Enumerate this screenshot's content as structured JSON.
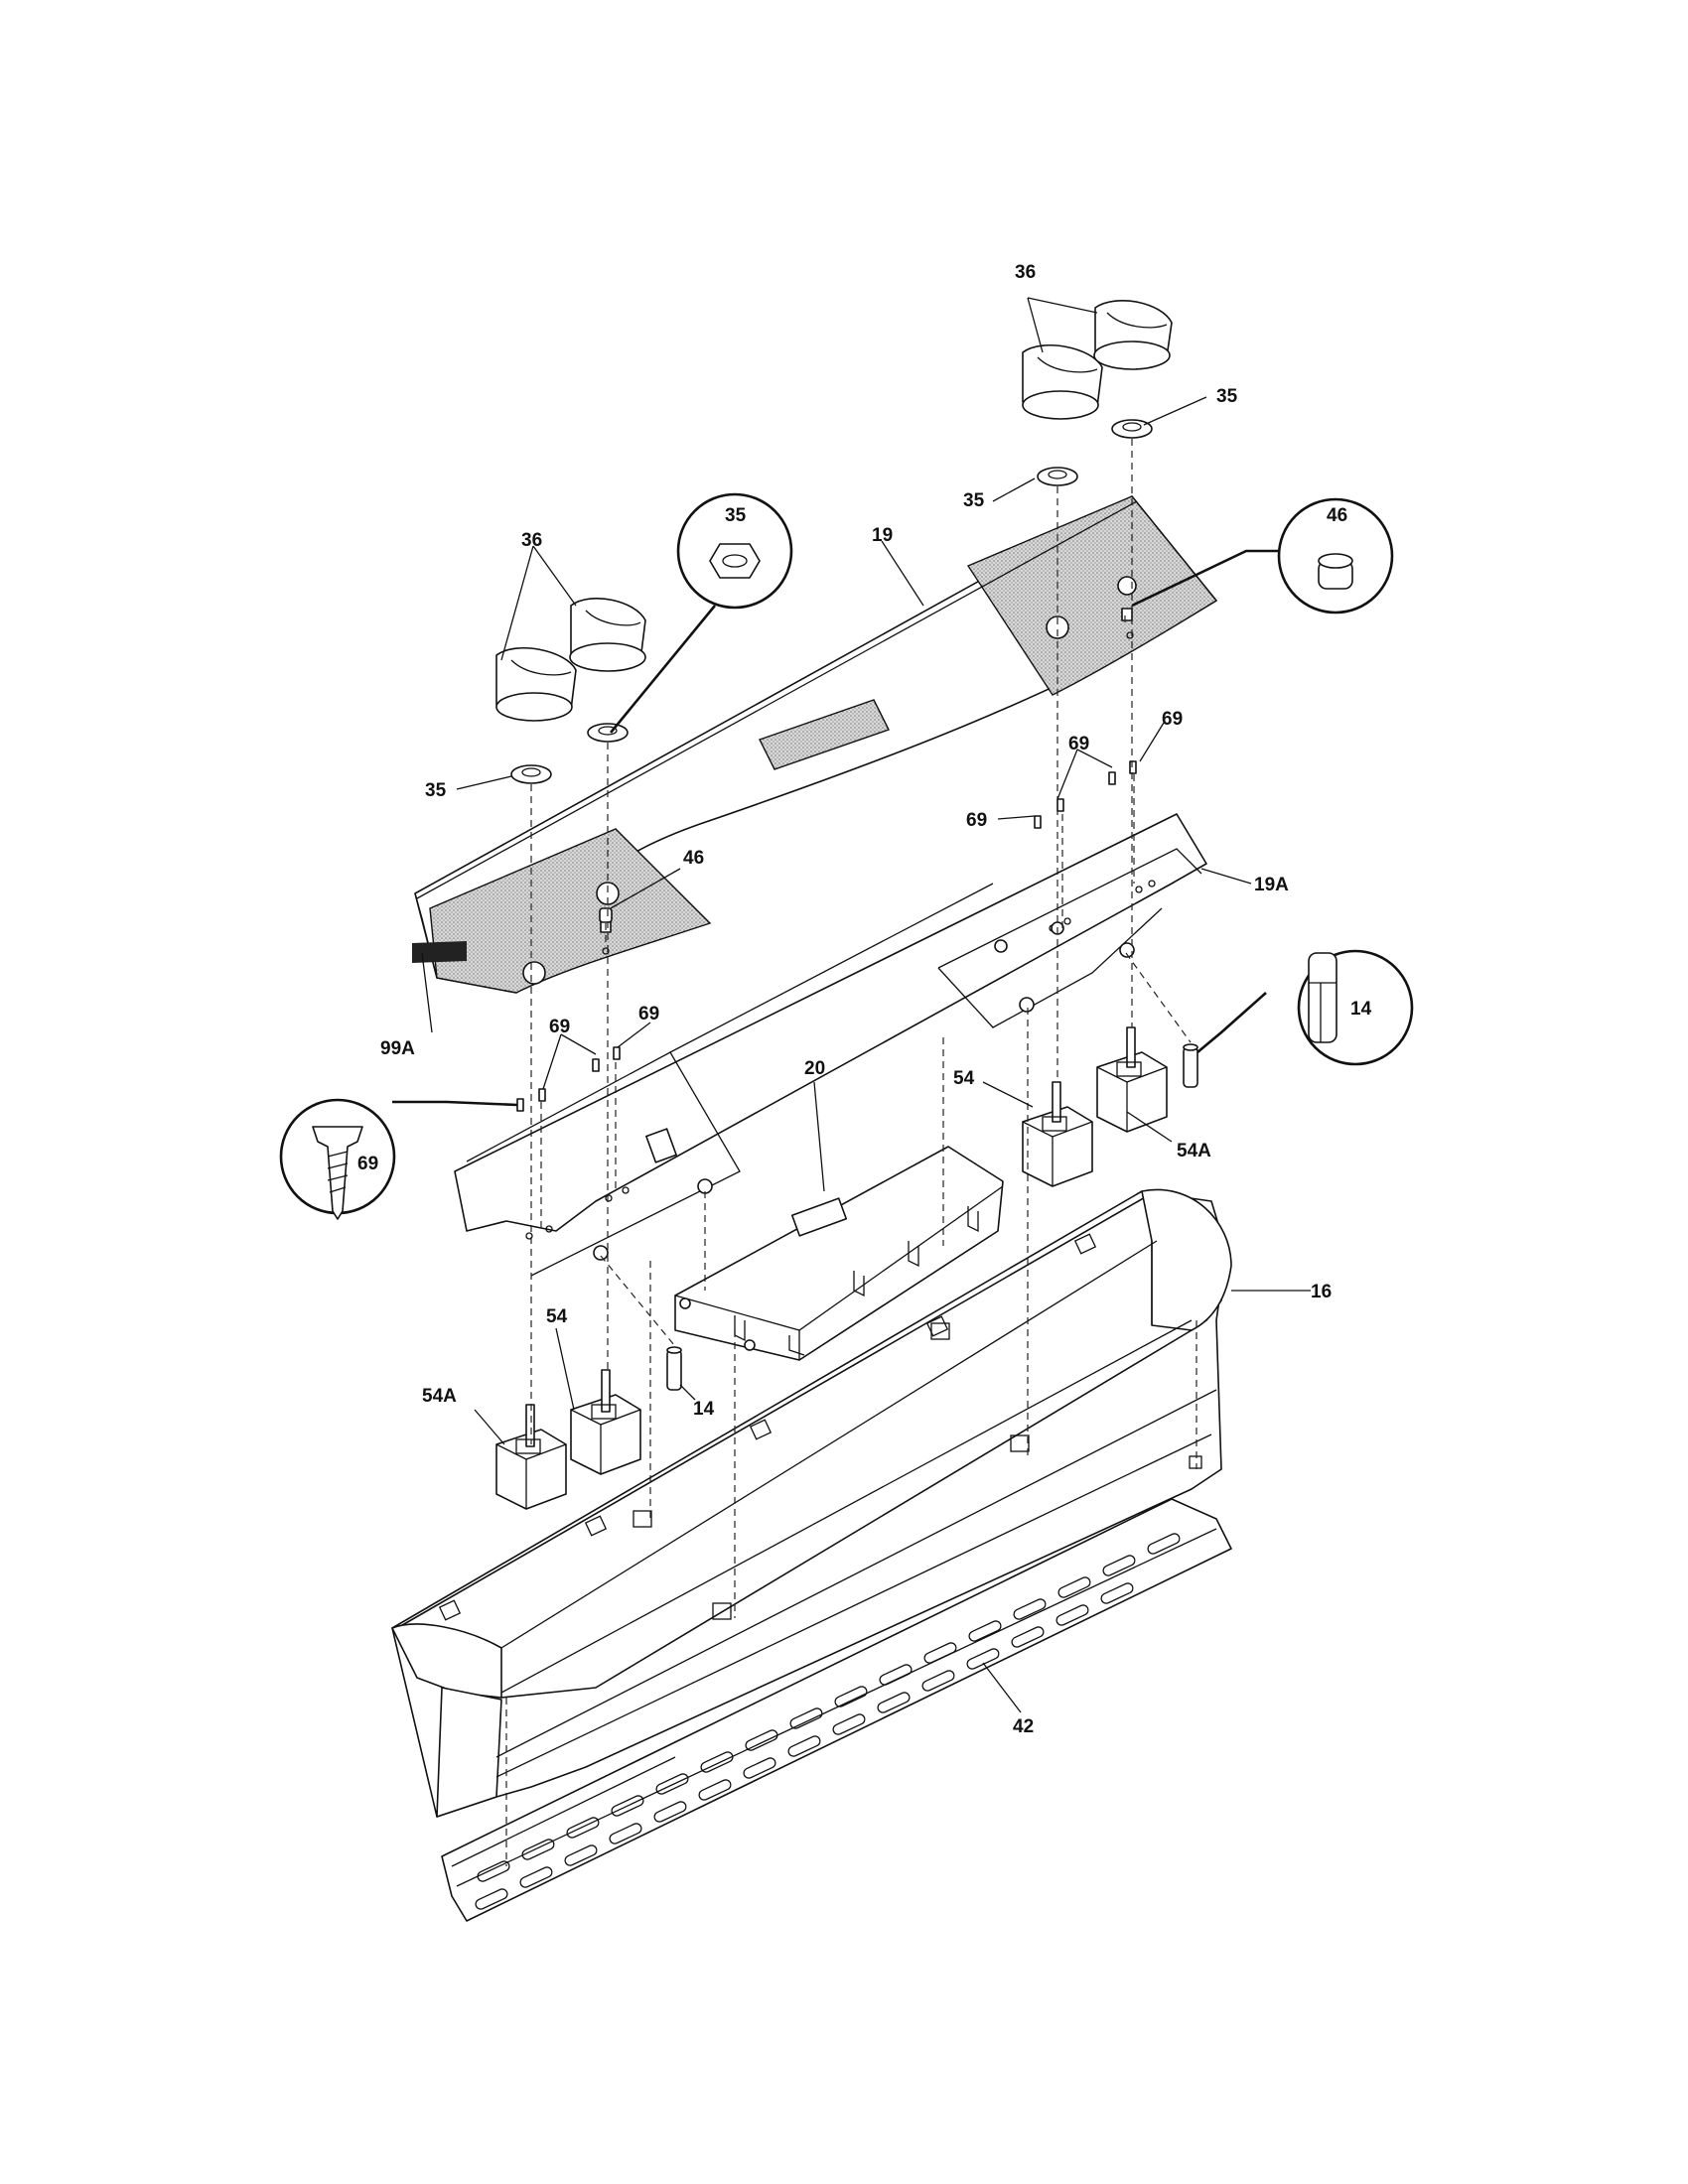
{
  "diagram": {
    "labels": {
      "l36_right": "36",
      "l35_right_top": "35",
      "l35_right_mid": "35",
      "l19": "19",
      "l46_callout": "46",
      "l36_left": "36",
      "l35_callout": "35",
      "l35_left": "35",
      "l46_panel": "46",
      "l69_a": "69",
      "l69_b": "69",
      "l69_c": "69",
      "l19A": "19A",
      "l99A": "99A",
      "l69_d": "69",
      "l69_e": "69",
      "l69_callout": "69",
      "l14_callout": "14",
      "l20": "20",
      "l54_right": "54",
      "l54A_right": "54A",
      "l16": "16",
      "l54_left": "54",
      "l54A_left": "54A",
      "l14_left": "14",
      "l42": "42"
    }
  }
}
